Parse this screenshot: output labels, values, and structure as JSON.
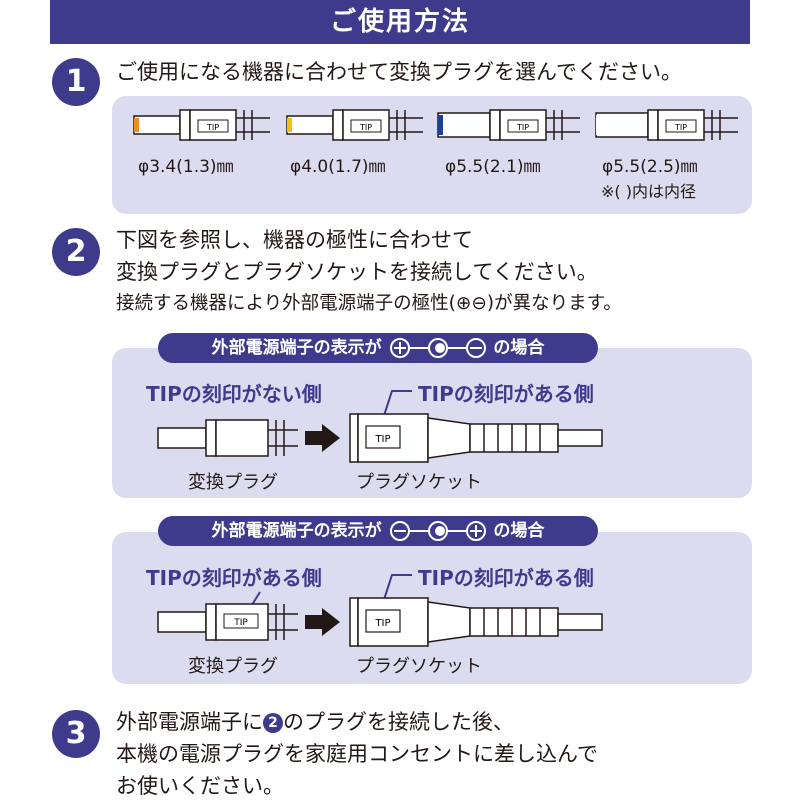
{
  "title": "ご使用方法",
  "steps": [
    {
      "number": "1",
      "text": "ご使用になる機器に合わせて変換プラグを選んでください。"
    },
    {
      "number": "2",
      "lines": [
        "下図を参照し、機器の極性に合わせて",
        "変換プラグとプラグソケットを接続してください。"
      ],
      "sub": "接続する機器により外部電源端子の極性(⊕⊖)が異なります。"
    },
    {
      "number": "3",
      "line1_pre": "外部電源端子に",
      "line1_ref": "2",
      "line1_post": "のプラグを接続した後、",
      "line2": "本機の電源プラグを家庭用コンセントに差し込んで",
      "line3": "お使いください。"
    }
  ],
  "plugs": [
    {
      "label": "φ3.4(1.3)㎜",
      "tip_color": "#f08c1e",
      "tip": "TIP"
    },
    {
      "label": "φ4.0(1.7)㎜",
      "tip_color": "#f5c016",
      "tip": "TIP"
    },
    {
      "label": "φ5.5(2.1)㎜",
      "tip_color": "#1f3f9a",
      "tip": "TIP"
    },
    {
      "label": "φ5.5(2.5)㎜",
      "tip_color": "#ffffff",
      "tip": "TIP"
    }
  ],
  "plug_note": "※( )内は内径",
  "polarity": [
    {
      "title_pre": "外部電源端子の表示が",
      "title_post": "の場合",
      "left_label": "TIPの刻印がない側",
      "right_label": "TIPの刻印がある側",
      "plug_label": "変換プラグ",
      "socket_label": "プラグソケット",
      "tip": "TIP"
    },
    {
      "title_pre": "外部電源端子の表示が",
      "title_post": "の場合",
      "left_label": "TIPの刻印がある側",
      "right_label": "TIPの刻印がある側",
      "plug_label": "変換プラグ",
      "socket_label": "プラグソケット",
      "tip": "TIP"
    }
  ],
  "colors": {
    "accent": "#3f3b8c",
    "panel": "#dcdcf0"
  }
}
